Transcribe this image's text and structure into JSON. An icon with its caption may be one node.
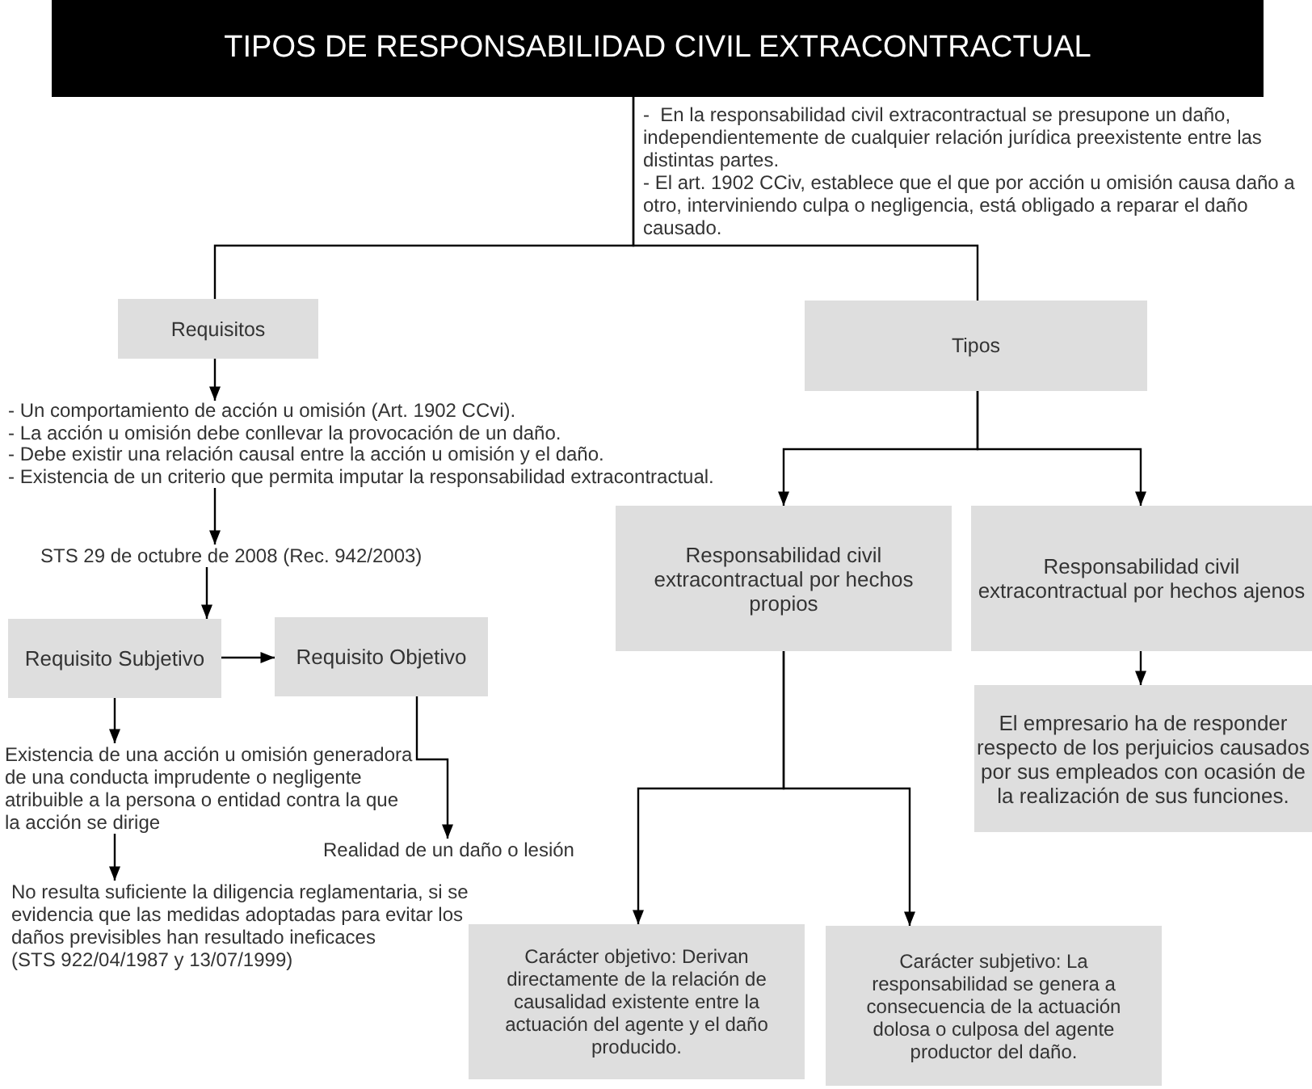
{
  "diagram": {
    "nodes": [
      {
        "text": [
          "TIPOS DE RESPONSABILIDAD CIVIL EXTRACONTRACTUAL"
        ]
      },
      {
        "text": [
          "Requisitos"
        ]
      },
      {
        "text": [
          "Tipos"
        ]
      },
      {
        "text": [
          "- Un comportamiento de acción u omisión (Art. 1902 CCvi).",
          "- La acción u omisión debe conllevar la provocación de un daño.",
          "- Debe existir una relación causal entre la acción u omisión y el daño.",
          "- Existencia de un criterio que permita imputar la responsabilidad extracontractual."
        ]
      },
      {
        "text": [
          "STS 29 de octubre de 2008 (Rec. 942/2003)"
        ]
      },
      {
        "text": [
          "Requisito Subjetivo"
        ]
      },
      {
        "text": [
          "Requisito Objetivo"
        ]
      },
      {
        "text": [
          "Existencia de una acción u omisión generadora de una conducta imprudente o negligente atribuible a la persona o entidad contra la que la acción se dirige"
        ]
      },
      {
        "text": [
          "Realidad de un daño o lesión"
        ]
      },
      {
        "text": [
          "No resulta suficiente la diligencia reglamentaria, si se evidencia que las medidas adoptadas para evitar los daños previsibles han resultado ineficaces",
          "(STS 922/04/1987 y 13/07/1999)"
        ]
      },
      {
        "text": [
          "Responsabilidad civil extracontractual por hechos propios"
        ]
      },
      {
        "text": [
          "Responsabilidad civil extracontractual por hechos ajenos"
        ]
      },
      {
        "text": [
          "El empresario ha de responder respecto de los perjuicios causados por sus empleados con ocasión de la realización de sus funciones."
        ]
      },
      {
        "text": [
          "Carácter objetivo: Derivan directamente de la relación de causalidad existente entre la actuación del agente y el daño producido."
        ]
      },
      {
        "text": [
          "Carácter subjetivo: La responsabilidad se genera a consecuencia de la actuación dolosa o culposa del agente productor del daño."
        ]
      }
    ],
    "edges": [
      {
        "from": 0,
        "to": 1,
        "arrow": "none"
      },
      {
        "from": 0,
        "to": 2,
        "arrow": "none"
      },
      {
        "from": 1,
        "to": 3,
        "arrow": "to"
      },
      {
        "from": 3,
        "to": 4,
        "arrow": "to"
      },
      {
        "from": 4,
        "to": 5,
        "arrow": "to"
      },
      {
        "from": 5,
        "to": 6,
        "arrow": "to"
      },
      {
        "from": 5,
        "to": 7,
        "arrow": "to"
      },
      {
        "from": 7,
        "to": 9,
        "arrow": "to"
      },
      {
        "from": 6,
        "to": 8,
        "arrow": "to"
      },
      {
        "from": 2,
        "to": 10,
        "arrow": "to"
      },
      {
        "from": 2,
        "to": 11,
        "arrow": "to"
      },
      {
        "from": 11,
        "to": 12,
        "arrow": "to"
      },
      {
        "from": 10,
        "to": 13,
        "arrow": "to"
      },
      {
        "from": 10,
        "to": 14,
        "arrow": "to"
      }
    ],
    "labels": [
      "-  En la responsabilidad civil extracontractual se presupone un daño, independientemente de cualquier relación jurídica preexistente entre las distintas partes.",
      "- El art. 1902 CCiv, establece que el que por acción u omisión causa daño a otro, interviniendo culpa o negligencia, está obligado a reparar el daño causado."
    ]
  }
}
